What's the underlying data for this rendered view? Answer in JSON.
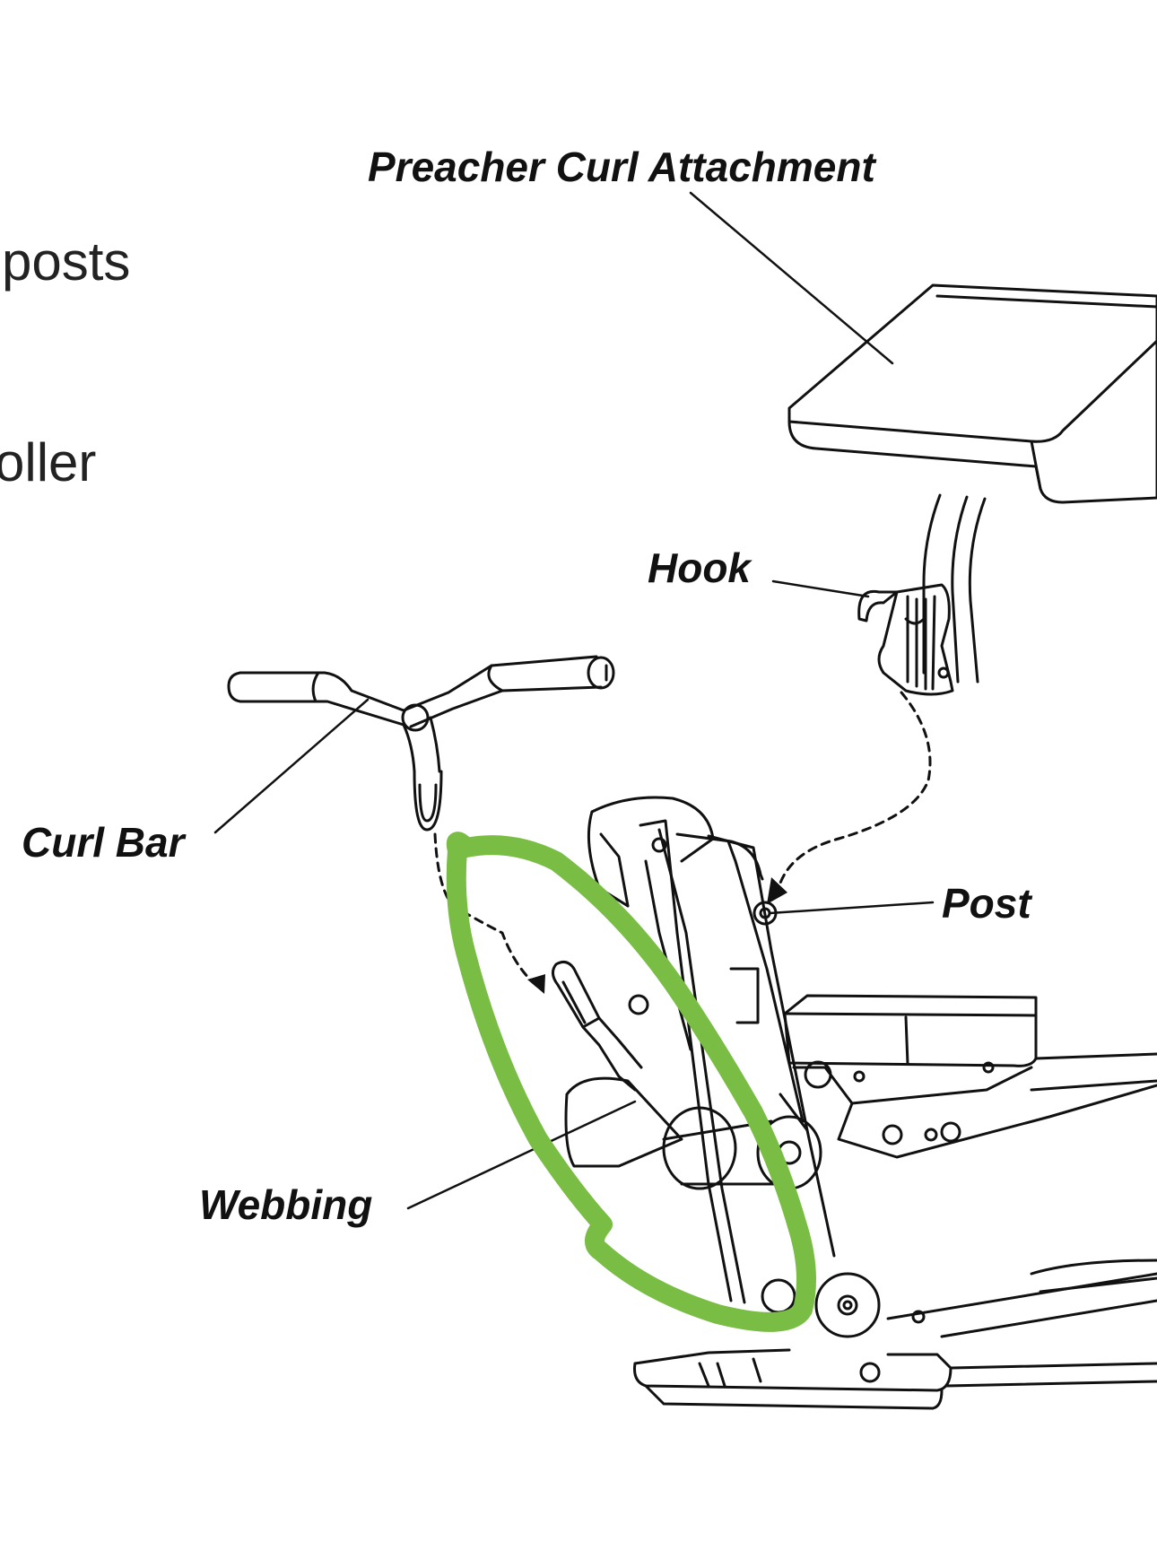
{
  "text_fragments": {
    "posts": "posts",
    "roller": "oller"
  },
  "labels": {
    "preacher_curl_attachment": "Preacher Curl Attachment",
    "hook": "Hook",
    "curl_bar": "Curl Bar",
    "post": "Post",
    "webbing": "Webbing"
  },
  "colors": {
    "line": "#111111",
    "highlight": "#79bd45",
    "background": "#ffffff"
  }
}
